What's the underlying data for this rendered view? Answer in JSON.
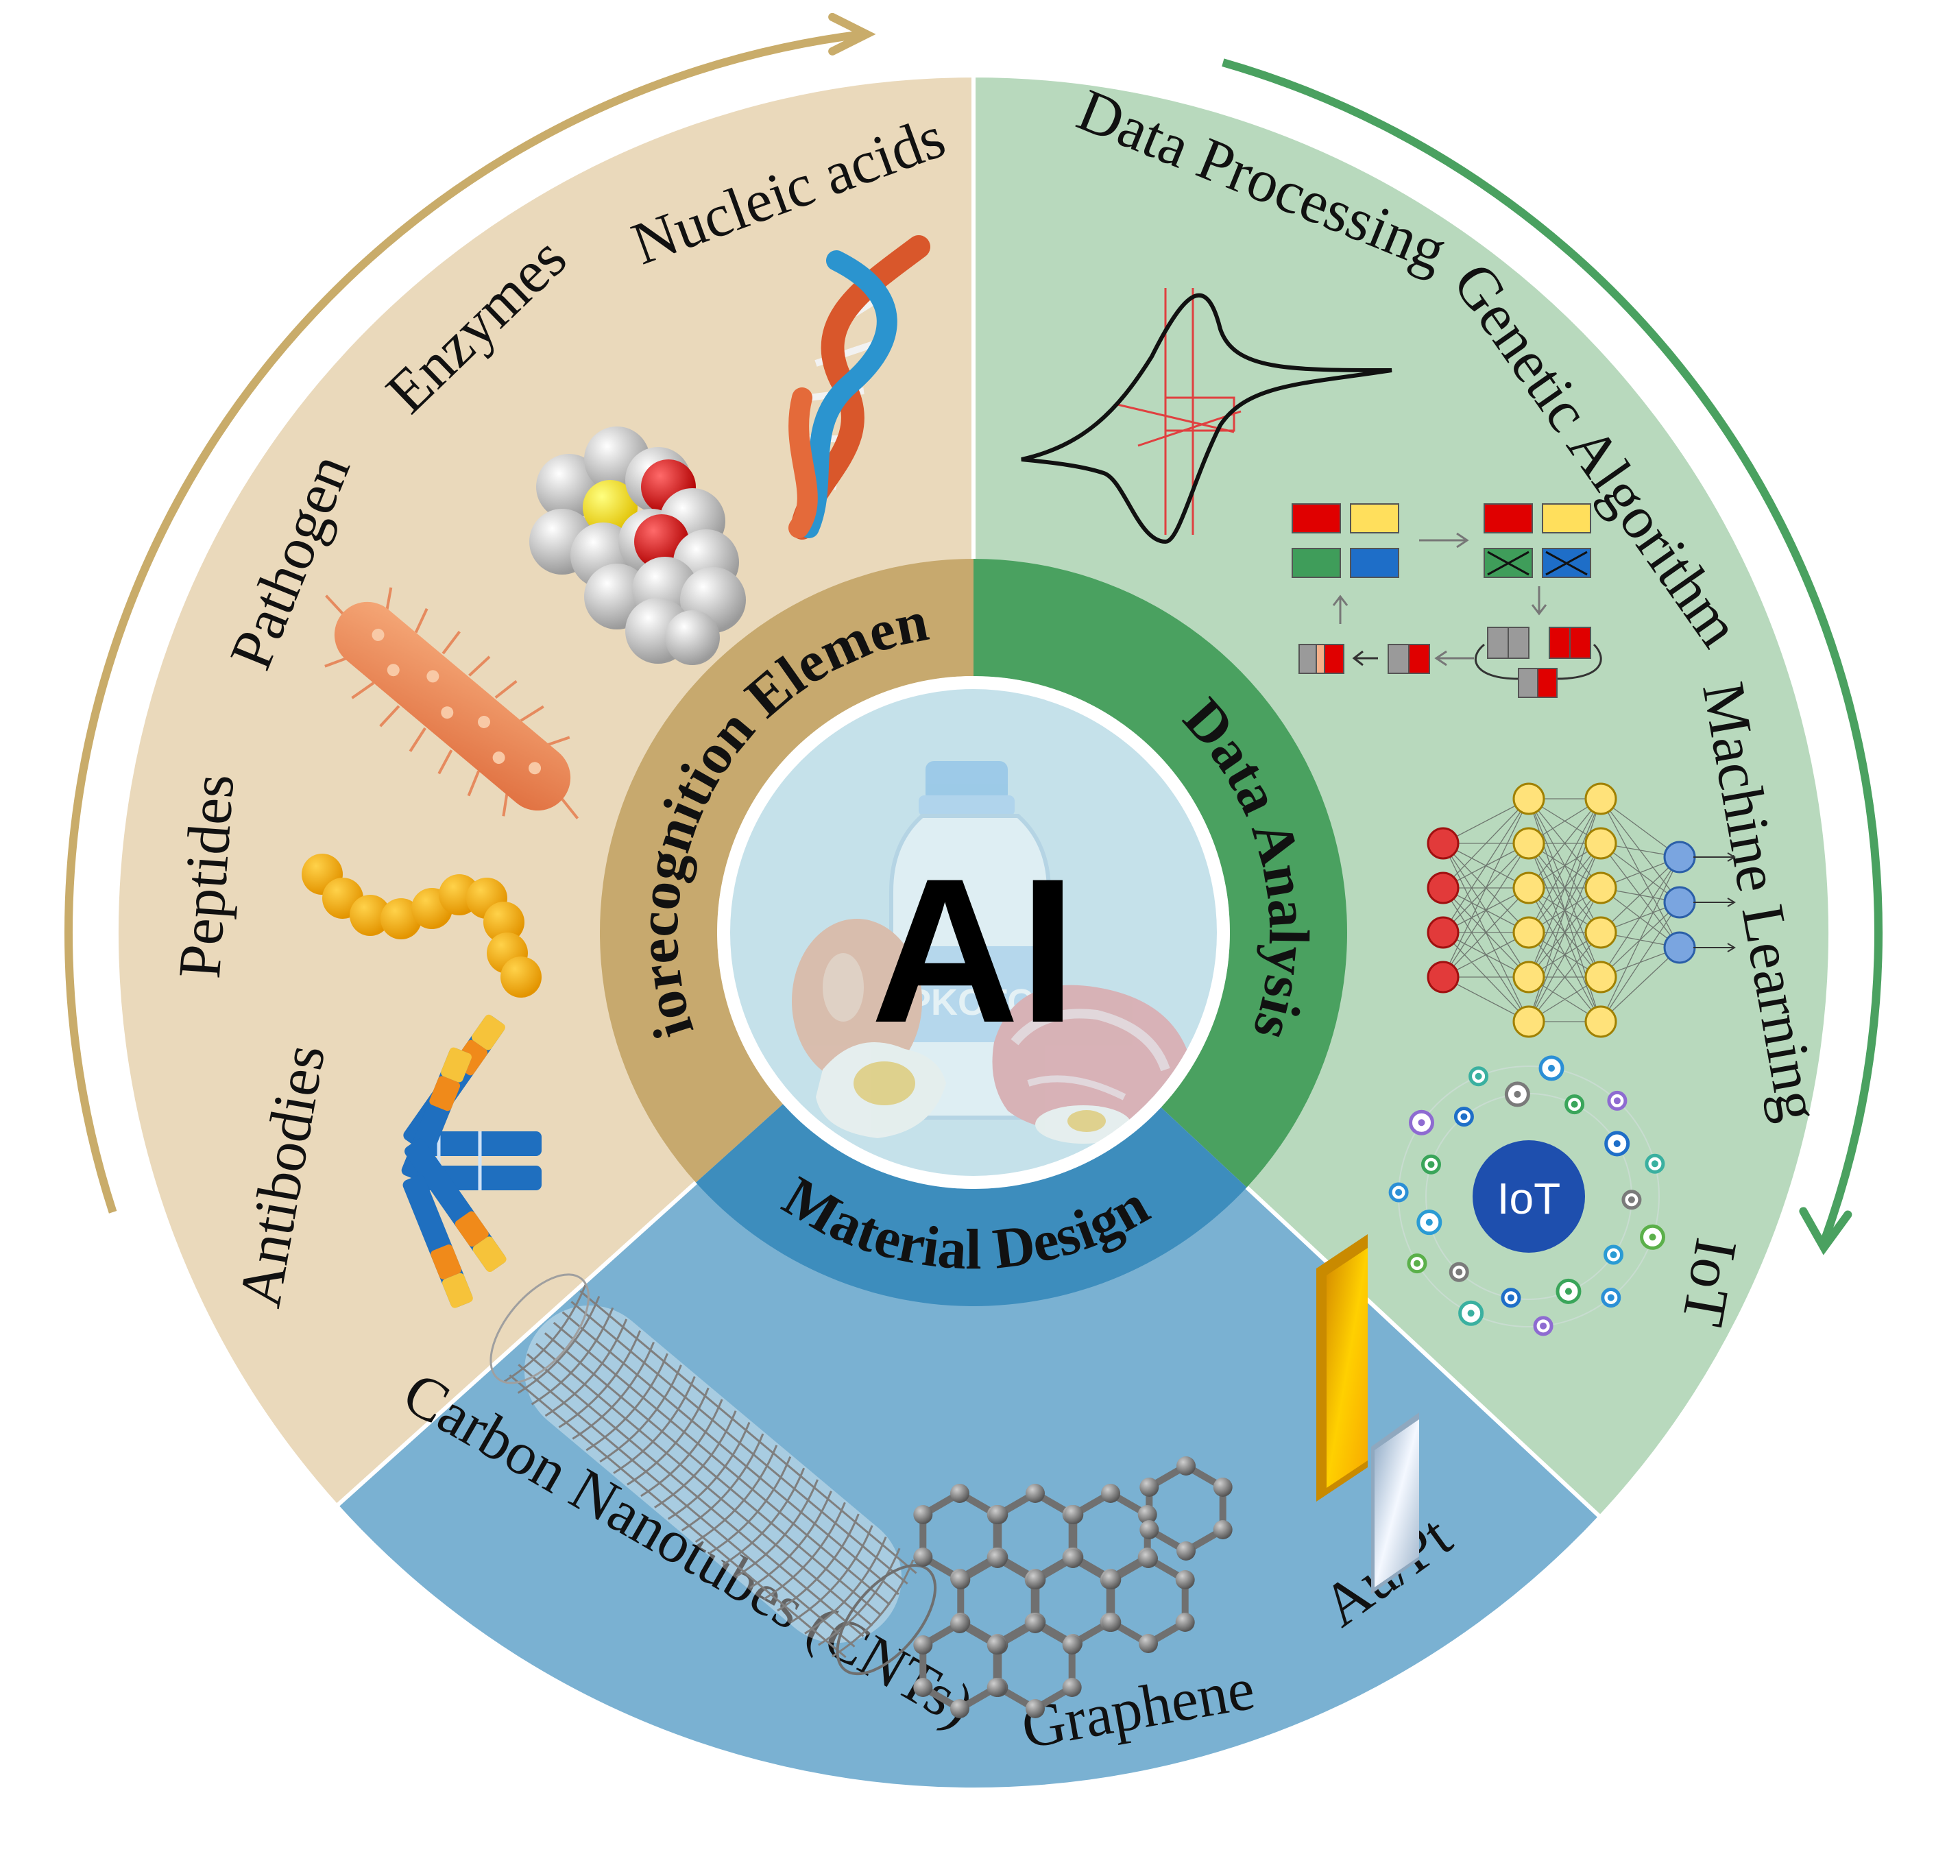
{
  "center": {
    "title": "AI",
    "bottle_text": "PKCTC"
  },
  "colors": {
    "bio": "#ead9bb",
    "data": "#b8d9bd",
    "material": "#7ab1d2",
    "bio_ring": "#c7a96e",
    "data_ring": "#4aa160",
    "material_ring": "#3d8dbd",
    "center_fill": "#c5e1ea",
    "arrow_left": "#c9ac6a",
    "arrow_right": "#4aa160"
  },
  "sections": {
    "biorecognition": {
      "ring_label": "Biorecognition Elements",
      "items": [
        "Antibodies",
        "Peptides",
        "Pathogen",
        "Enzymes",
        "Nucleic acids"
      ]
    },
    "data_analysis": {
      "ring_label": "Data Analysis",
      "items": [
        "Data Processing",
        "Genetic Algorithm",
        "Machine Learning",
        "IoT"
      ]
    },
    "material_design": {
      "ring_label": "Material Design",
      "items": [
        "Carbon Nanotubes (CNTs)",
        "Graphene",
        "Au/Pt"
      ]
    }
  },
  "icons": {
    "antibody": "antibody-icon",
    "peptide": "peptide-chain-icon",
    "pathogen": "bacterium-icon",
    "enzyme": "molecule-icon",
    "dna": "dna-helix-icon",
    "cv_curve": "cyclic-voltammogram-icon",
    "genetic": "genetic-algorithm-icon",
    "neural_net": "neural-network-icon",
    "iot": "iot-network-icon",
    "iot_label": "IoT",
    "cnt": "nanotube-icon",
    "graphene": "graphene-lattice-icon",
    "metal": "au-pt-crystal-icon"
  }
}
